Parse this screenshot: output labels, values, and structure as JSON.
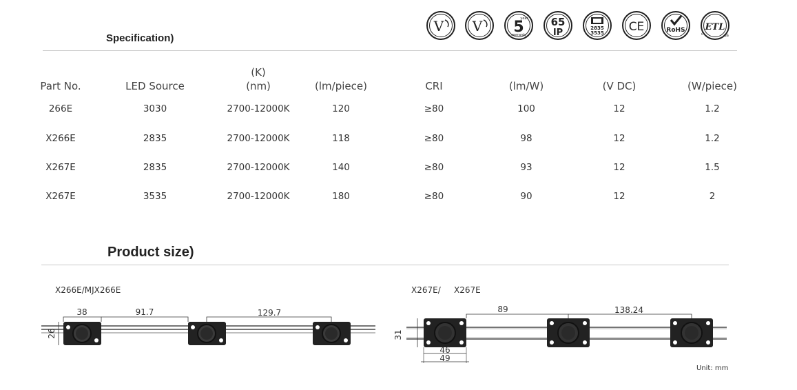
{
  "spec": {
    "title": "Specification)",
    "headers": [
      {
        "top": "",
        "bottom": "Part No."
      },
      {
        "top": "",
        "bottom": "LED Source"
      },
      {
        "top": "(K)",
        "bottom": "(nm)"
      },
      {
        "top": "",
        "bottom": "(lm/piece)"
      },
      {
        "top": "",
        "bottom": "CRI"
      },
      {
        "top": "",
        "bottom": "(lm/W)"
      },
      {
        "top": "",
        "bottom": "(V DC)"
      },
      {
        "top": "",
        "bottom": "(W/piece)"
      }
    ],
    "rows": [
      [
        "266E",
        "3030",
        "2700-12000K",
        "120",
        "≥80",
        "100",
        "12",
        "1.2"
      ],
      [
        "X266E",
        "2835",
        "2700-12000K",
        "118",
        "≥80",
        "98",
        "12",
        "1.2"
      ],
      [
        "X267E",
        "2835",
        "2700-12000K",
        "140",
        "≥80",
        "93",
        "12",
        "1.5"
      ],
      [
        "X267E",
        "3535",
        "2700-12000K",
        "180",
        "≥80",
        "90",
        "12",
        "2"
      ]
    ]
  },
  "certs": [
    {
      "icon": "beam-angle-icon",
      "text": "V"
    },
    {
      "icon": "beam-angle-wide-icon",
      "text": "V"
    },
    {
      "icon": "warranty-5-year-icon",
      "text": "5",
      "sub": "warranty",
      "sup": "year"
    },
    {
      "icon": "ip65-icon",
      "text": "65",
      "sub": "IP"
    },
    {
      "icon": "led-chip-icon",
      "text": "2835",
      "sub": "3535"
    },
    {
      "icon": "ce-icon",
      "text": "CE"
    },
    {
      "icon": "rohs-icon",
      "text": "RoHS"
    },
    {
      "icon": "etl-icon",
      "text": "ETL",
      "left": "c",
      "right": "us"
    }
  ],
  "size": {
    "title": "Product size)",
    "left": {
      "caption": "X266E/MJX266E",
      "dims": [
        "38",
        "91.7",
        "129.7",
        "26"
      ]
    },
    "right": {
      "caption_a": "X267E/",
      "caption_b": "X267E",
      "dims": [
        "89",
        "138.24",
        "31",
        "46",
        "49"
      ]
    },
    "unit": "Unit: mm"
  }
}
